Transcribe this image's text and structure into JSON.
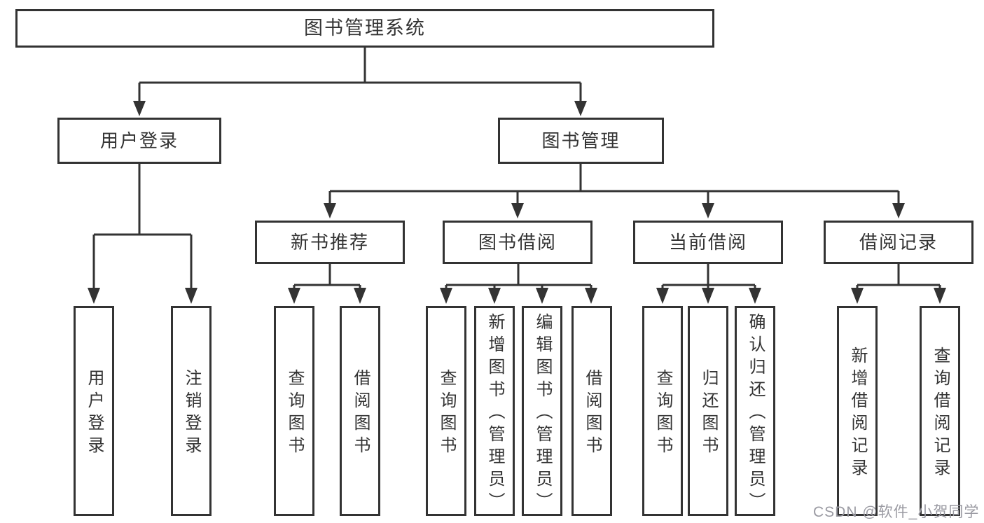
{
  "diagram": {
    "title": "图书管理系统",
    "tree": {
      "label": "图书管理系统",
      "children": [
        {
          "label": "用户登录",
          "children": [
            {
              "label": "用户登录"
            },
            {
              "label": "注销登录"
            }
          ]
        },
        {
          "label": "图书管理",
          "children": [
            {
              "label": "新书推荐",
              "children": [
                {
                  "label": "查询图书"
                },
                {
                  "label": "借阅图书"
                }
              ]
            },
            {
              "label": "图书借阅",
              "children": [
                {
                  "label": "查询图书"
                },
                {
                  "label": "新增图书（管理员）"
                },
                {
                  "label": "编辑图书（管理员）"
                },
                {
                  "label": "借阅图书"
                }
              ]
            },
            {
              "label": "当前借阅",
              "children": [
                {
                  "label": "查询图书"
                },
                {
                  "label": "归还图书"
                },
                {
                  "label": "确认归还（管理员）"
                }
              ]
            },
            {
              "label": "借阅记录",
              "children": [
                {
                  "label": "新增借阅记录"
                },
                {
                  "label": "查询借阅记录"
                }
              ]
            }
          ]
        }
      ]
    },
    "colors": {
      "line": "#333333",
      "box_border": "#333333",
      "box_fill": "#ffffff",
      "text": "#333333",
      "watermark": "#9a9aa2",
      "background": "#ffffff"
    }
  },
  "watermark": {
    "text": "CSDN @软件_小贺同学"
  }
}
